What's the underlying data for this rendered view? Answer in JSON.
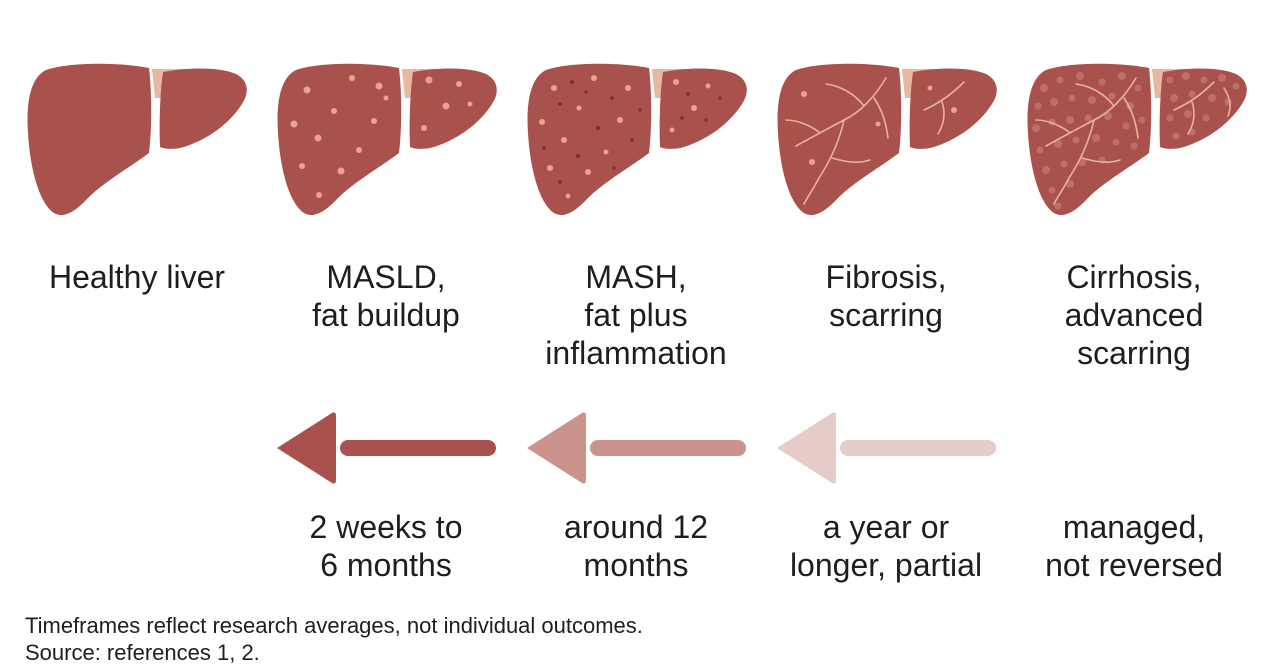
{
  "stages": [
    {
      "line1": "Healthy liver",
      "line2": "",
      "line3": ""
    },
    {
      "line1": "MASLD,",
      "line2": "fat buildup",
      "line3": ""
    },
    {
      "line1": "MASH,",
      "line2": "fat plus",
      "line3": "inflammation"
    },
    {
      "line1": "Fibrosis,",
      "line2": "scarring",
      "line3": ""
    },
    {
      "line1": "Cirrhosis,",
      "line2": "advanced",
      "line3": "scarring"
    }
  ],
  "reversal_times": [
    {
      "line1": "2 weeks to",
      "line2": "6 months"
    },
    {
      "line1": "around 12",
      "line2": "months"
    },
    {
      "line1": "a year or",
      "line2": "longer, partial"
    },
    {
      "line1": "managed,",
      "line2": "not reversed"
    }
  ],
  "arrow_colors": [
    "#a9524d",
    "#cc928c",
    "#e6ccc8"
  ],
  "liver_colors": {
    "tissue": "#a9524d",
    "ligament": "#e7b7a0",
    "fat_spots": "#e8a48f",
    "scar_lines": "#e9b29c"
  },
  "footnote": {
    "line1": "Timeframes reflect research averages, not individual outcomes.",
    "line2": "Source: references 1, 2."
  }
}
